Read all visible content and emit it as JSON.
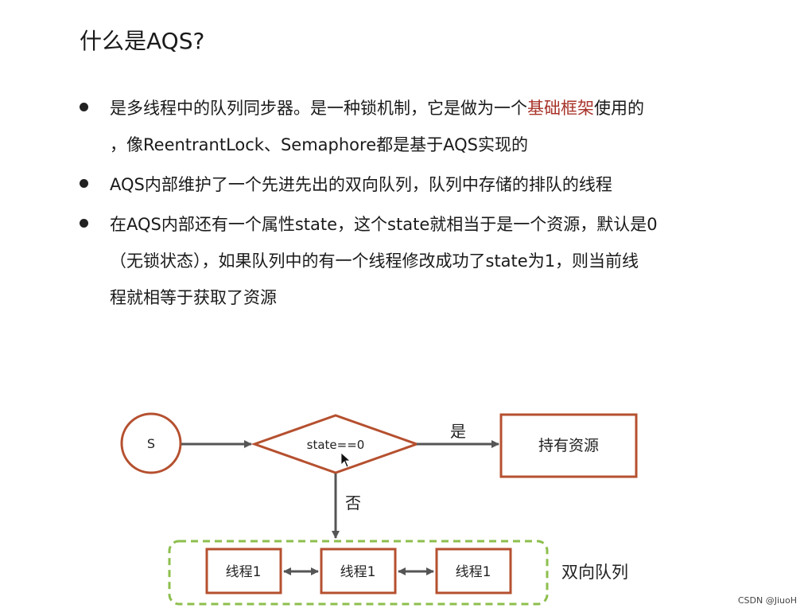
{
  "slide": {
    "title": "什么是AQS?",
    "bullets": [
      {
        "lines": [
          {
            "pre": "是多线程中的队列同步器。是一种锁机制，它是做为一个",
            "highlight": "基础框架",
            "post": "使用的"
          },
          {
            "text": "，像ReentrantLock、Semaphore都是基于AQS实现的"
          }
        ]
      },
      {
        "lines": [
          {
            "text": "AQS内部维护了一个先进先出的双向队列，队列中存储的排队的线程"
          }
        ]
      },
      {
        "lines": [
          {
            "text": "在AQS内部还有一个属性state，这个state就相当于是一个资源，默认是0"
          },
          {
            "text": "（无锁状态），如果队列中的有一个线程修改成功了state为1，则当前线"
          },
          {
            "text": "程就相等于获取了资源"
          }
        ]
      }
    ],
    "highlight_color": "#a8342a"
  },
  "diagram": {
    "start_label": "S",
    "decision_label": "state==0",
    "yes_label": "是",
    "no_label": "否",
    "resource_label": "持有资源",
    "queue_nodes": [
      "线程1",
      "线程1",
      "线程1"
    ],
    "queue_label": "双向队列",
    "shape_border_color": "#b5502f",
    "queue_border_color": "#8dbf4d",
    "arrow_color": "#555555"
  },
  "watermark": "CSDN @JiuoH"
}
